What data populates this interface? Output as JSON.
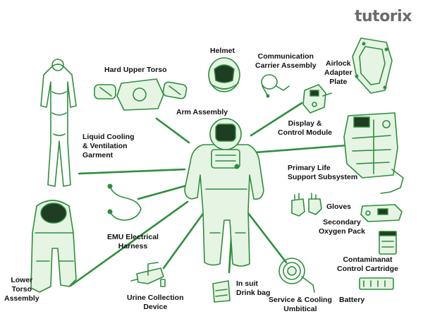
{
  "brand": {
    "logo_text": "tutorix",
    "accent": "#2d8f3c",
    "logo_dot": "#4caf50"
  },
  "line_color": "#2d8f3c",
  "labels": {
    "helmet": "Helmet",
    "comm_carrier": "Communication\nCarrier Assembly",
    "airlock": "Airlock\nAdapter\nPlate",
    "hard_upper_torso": "Hard Upper Torso",
    "arm_assembly": "Arm Assembly",
    "display_control": "Display &\nControl Module",
    "liquid_cooling": "Liquid Cooling\n& Ventilation\nGarment",
    "primary_life": "Primary Life\nSupport Subsystem",
    "gloves": "Gloves",
    "secondary_o2": "Secondary\nOxygen Pack",
    "emu_harness": "EMU Electrical\nHarness",
    "contaminant": "Contaminanat\nControl Cartridge",
    "lower_torso": "Lower\nTorso\nAssembly",
    "urine": "Urine Collection\nDevice",
    "drink_bag": "In suit\nDrink bag",
    "service_cooling": "Service & Cooling\nUmbitical",
    "battery": "Battery"
  }
}
